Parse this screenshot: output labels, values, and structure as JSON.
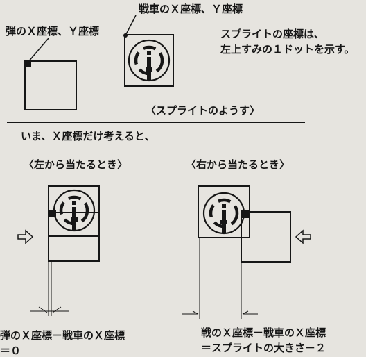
{
  "labels": {
    "bullet_coord": "弾のＸ座標、Ｙ座標",
    "tank_coord": "戦車のＸ座標、Ｙ座標",
    "note_line1": "スプライトの座標は、",
    "note_line2": "左上すみの１ドットを示す。",
    "sprite_caption": "〈スプライトのようす〉",
    "intro": "いま、Ｘ座標だけ考えると、",
    "left_case": "〈左から当たるとき〉",
    "right_case": "〈右から当たるとき〉",
    "left_formula_line1": "弾のＸ座標－戦車のＸ座標",
    "left_formula_line2": "＝０",
    "right_formula_line1": "戦のＸ座標－戦車のＸ座標",
    "right_formula_line2": "＝スプライトの大きさ－２"
  },
  "icons": {
    "tank": "tank-icon",
    "arrow_right": "outline-arrow-right-icon",
    "arrow_left": "outline-arrow-left-icon"
  },
  "colors": {
    "paper": "#e6e4df",
    "ink": "#161616"
  }
}
